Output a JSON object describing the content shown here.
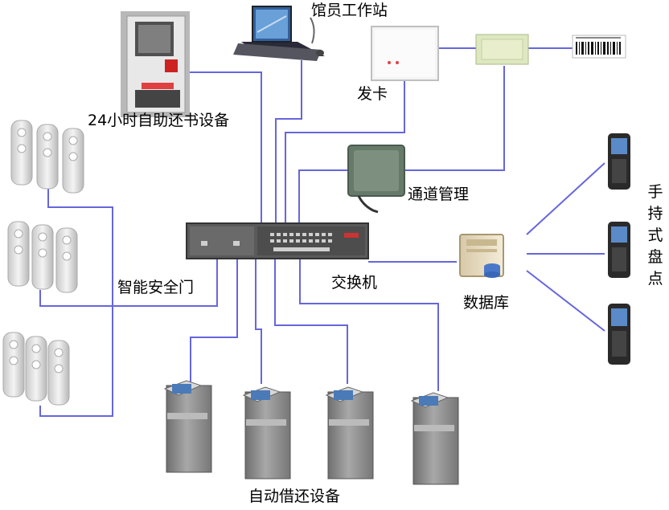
{
  "labels": {
    "workstation": "馆员工作站",
    "card_issue": "发卡",
    "return_24h": "24小时自助还书设备",
    "channel_mgmt": "通道管理",
    "security_gate": "智能安全门",
    "switch": "交换机",
    "database": "数据库",
    "handheld": "手持式盘点",
    "self_service": "自动借还设备"
  },
  "colors": {
    "line": "#6666dd",
    "gate": "#d9d9d9",
    "kiosk_body": "#8c8c8c",
    "switch_body": "#555555"
  },
  "icons": {
    "workstation": "laptop-icon",
    "card_issue": "card-reader-icon",
    "rfid_tag": "rfid-tag-icon",
    "barcode": "barcode-icon",
    "return_24h": "book-drop-kiosk-icon",
    "channel": "rfid-antenna-icon",
    "gate": "security-gate-icon",
    "switch": "network-switch-icon",
    "database": "server-icon",
    "handheld": "handheld-scanner-icon",
    "kiosk": "self-service-kiosk-icon"
  }
}
